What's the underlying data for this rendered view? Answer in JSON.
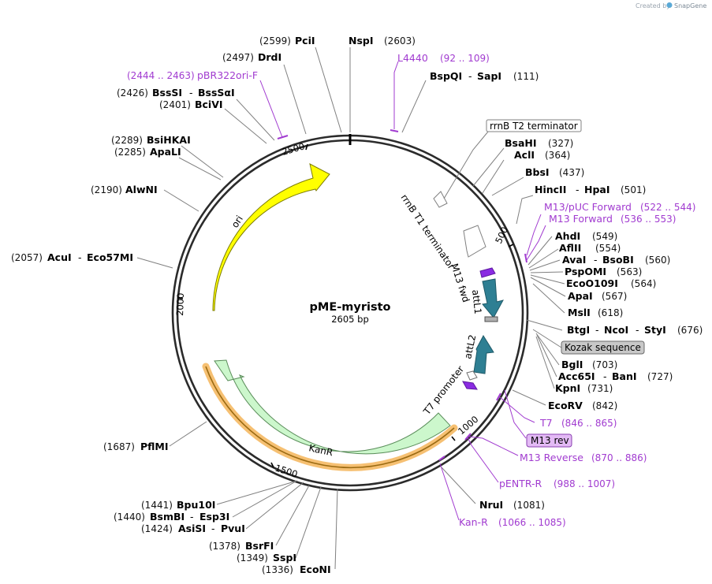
{
  "credit": "Created by",
  "credit_brand": "SnapGene",
  "plasmid": {
    "name": "pME-myristo",
    "length": "2605 bp"
  },
  "ticks": [
    "500",
    "1000",
    "1500",
    "2000",
    "2500"
  ],
  "sites": [
    {
      "id": "pcii",
      "pos": "(2599)",
      "name": "PciI"
    },
    {
      "id": "nspi",
      "name": "NspI",
      "pos": "(2603)"
    },
    {
      "id": "drdi",
      "pos": "(2497)",
      "name": "DrdI"
    },
    {
      "id": "bssqi",
      "name": "BspQI",
      "sep": "-",
      "name2": "SapI",
      "pos": "(111)"
    },
    {
      "id": "bsssi",
      "pos": "(2426)",
      "name": "BssSI",
      "sep": "-",
      "name2": "BssSαI"
    },
    {
      "id": "bcivi",
      "pos": "(2401)",
      "name": "BciVI"
    },
    {
      "id": "bsahi",
      "name": "BsaHI",
      "pos": "(327)"
    },
    {
      "id": "acli",
      "name": "AclI",
      "pos": "(364)"
    },
    {
      "id": "bbsi",
      "name": "BbsI",
      "pos": "(437)"
    },
    {
      "id": "bsihkai",
      "pos": "(2289)",
      "name": "BsiHKAI"
    },
    {
      "id": "apali",
      "pos": "(2285)",
      "name": "ApaLI"
    },
    {
      "id": "hincii",
      "name": "HincII",
      "sep": "-",
      "name2": "HpaI",
      "pos": "(501)"
    },
    {
      "id": "alwni",
      "pos": "(2190)",
      "name": "AlwNI"
    },
    {
      "id": "ahdi",
      "name": "AhdI",
      "pos": "(549)"
    },
    {
      "id": "aflii",
      "name": "AflII",
      "pos": "(554)"
    },
    {
      "id": "avai",
      "name": "AvaI",
      "sep": "-",
      "name2": "BsoBI",
      "pos": "(560)"
    },
    {
      "id": "acui",
      "pos": "(2057)",
      "name": "AcuI",
      "sep": "-",
      "name2": "Eco57MI"
    },
    {
      "id": "pspomi",
      "name": "PspOMI",
      "pos": "(563)"
    },
    {
      "id": "eco0109i",
      "name": "EcoO109I",
      "pos": "(564)"
    },
    {
      "id": "apai",
      "name": "ApaI",
      "pos": "(567)"
    },
    {
      "id": "msli",
      "name": "MslI",
      "pos": "(618)"
    },
    {
      "id": "btgi",
      "name": "BtgI",
      "sep": "-",
      "name2": "NcoI",
      "sep2": "-",
      "name3": "StyI",
      "pos": "(676)"
    },
    {
      "id": "bgli",
      "name": "BglI",
      "pos": "(703)"
    },
    {
      "id": "acc65i",
      "name": "Acc65I",
      "sep": "-",
      "name2": "BanI",
      "pos": "(727)"
    },
    {
      "id": "kpni",
      "name": "KpnI",
      "pos": "(731)"
    },
    {
      "id": "ecorv",
      "name": "EcoRV",
      "pos": "(842)"
    },
    {
      "id": "pflmi",
      "pos": "(1687)",
      "name": "PflMI"
    },
    {
      "id": "nrui",
      "name": "NruI",
      "pos": "(1081)"
    },
    {
      "id": "bpu10i",
      "pos": "(1441)",
      "name": "Bpu10I"
    },
    {
      "id": "bsmbi",
      "pos": "(1440)",
      "name": "BsmBI",
      "sep": "-",
      "name2": "Esp3I"
    },
    {
      "id": "asisi",
      "pos": "(1424)",
      "name": "AsiSI",
      "sep": "-",
      "name2": "PvuI"
    },
    {
      "id": "bsrfi",
      "pos": "(1378)",
      "name": "BsrFI"
    },
    {
      "id": "sspi",
      "pos": "(1349)",
      "name": "SspI"
    },
    {
      "id": "econi",
      "pos": "(1336)",
      "name": "EcoNI"
    }
  ],
  "primers": [
    {
      "id": "l4440",
      "name": "L4440",
      "range": "(92 .. 109)"
    },
    {
      "id": "pbr322ori",
      "range": "(2444 .. 2463)",
      "name": "pBR322ori-F"
    },
    {
      "id": "m13puc",
      "name": "M13/pUC Forward",
      "range": "(522 .. 544)"
    },
    {
      "id": "m13fwd",
      "name": "M13 Forward",
      "range": "(536 .. 553)"
    },
    {
      "id": "t7",
      "name": "T7",
      "range": "(846 .. 865)"
    },
    {
      "id": "m13rev",
      "name": "M13 rev"
    },
    {
      "id": "m13reverse",
      "name": "M13 Reverse",
      "range": "(870 .. 886)"
    },
    {
      "id": "pentr",
      "name": "pENTR-R",
      "range": "(988 .. 1007)"
    },
    {
      "id": "kanr",
      "name": "Kan-R",
      "range": "(1066 .. 1085)"
    }
  ],
  "features": [
    {
      "id": "ori",
      "name": "ori",
      "color": "#ffff00"
    },
    {
      "id": "kanr",
      "name": "KanR",
      "color": "#ccf7cc"
    },
    {
      "id": "rrnb_t2",
      "name": "rrnB T2 terminator"
    },
    {
      "id": "rrnb_t1",
      "name": "rrnB T1 terminator"
    },
    {
      "id": "m13fwd",
      "name": "M13 fwd"
    },
    {
      "id": "attl1",
      "name": "attL1",
      "color": "#2e7f93"
    },
    {
      "id": "kozak",
      "name": "Kozak sequence"
    },
    {
      "id": "attl2",
      "name": "attL2",
      "color": "#2e7f93"
    },
    {
      "id": "t7promoter",
      "name": "T7 promoter"
    }
  ]
}
